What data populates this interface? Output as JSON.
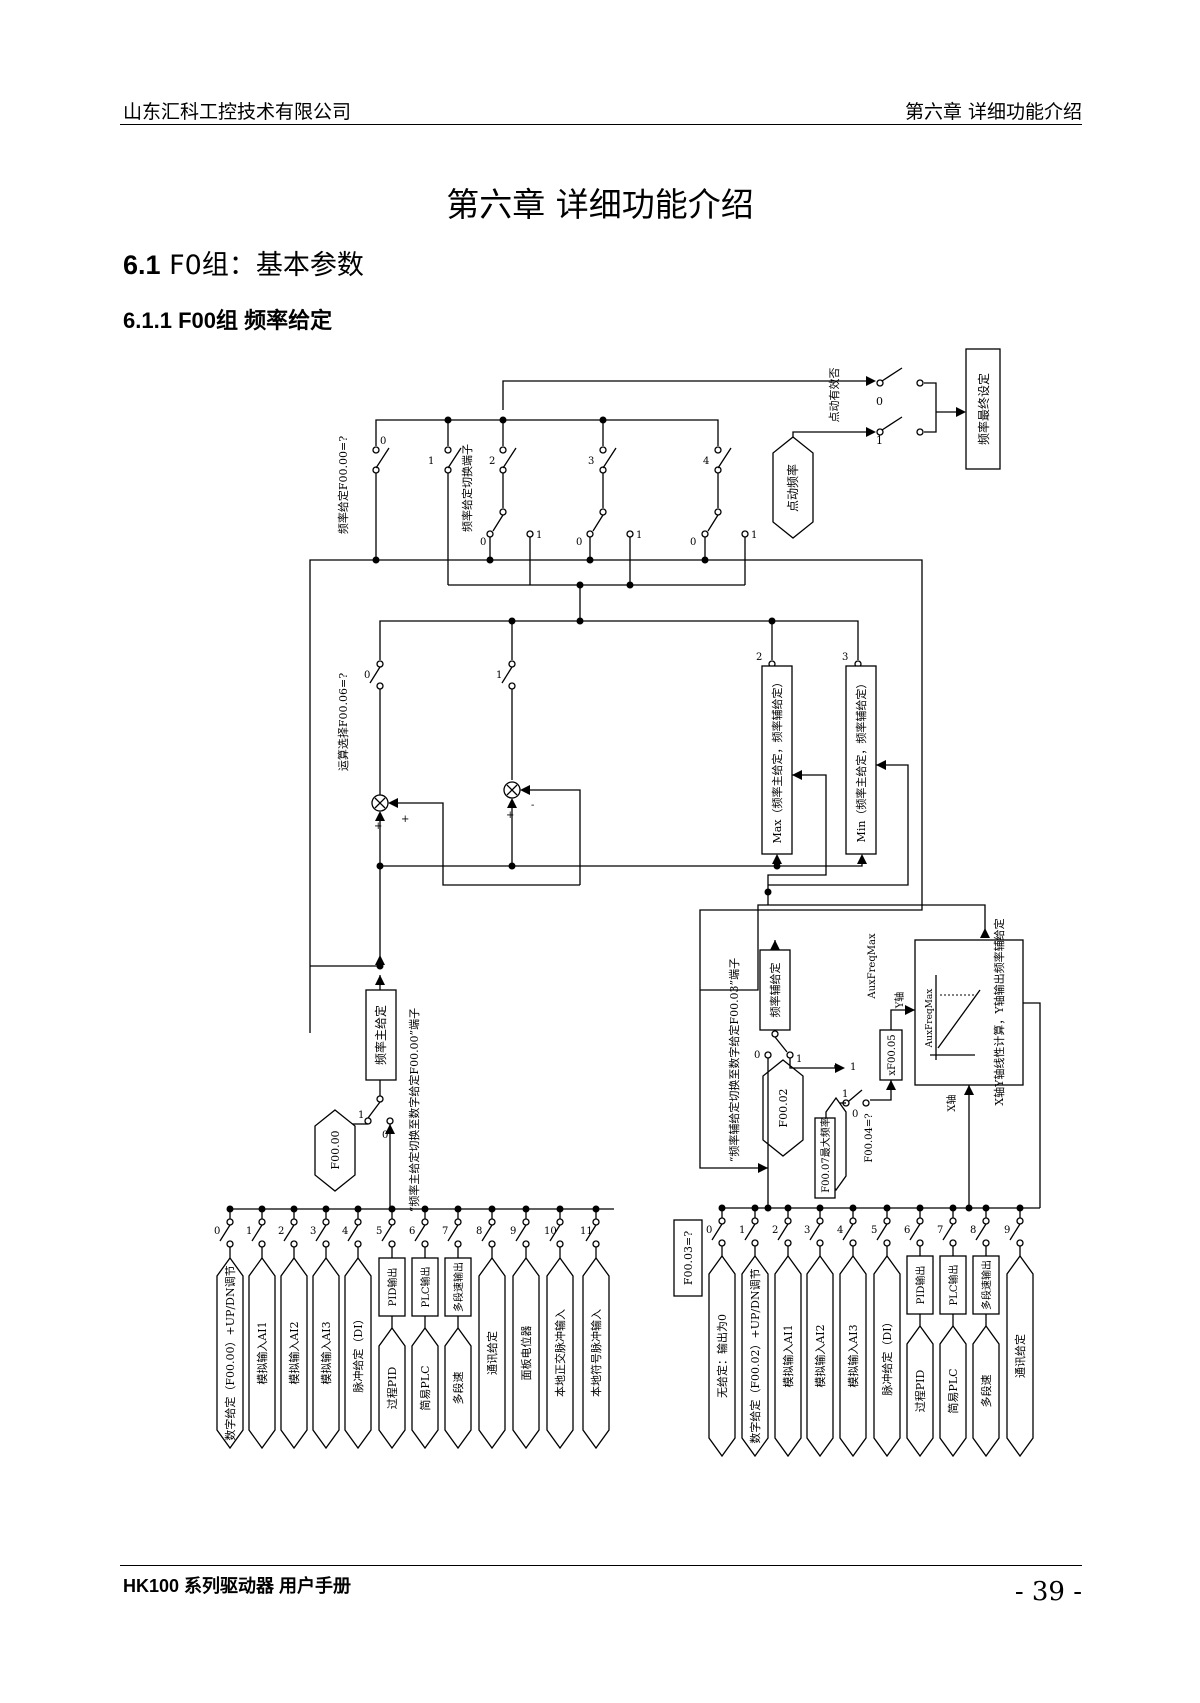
{
  "header": {
    "company": "山东汇科工控技术有限公司",
    "chapter": "第六章  详细功能介绍"
  },
  "chapter_title": "第六章  详细功能介绍",
  "section": {
    "number": "6.1",
    "title": "F0组：基本参数"
  },
  "subsection": {
    "number": "6.1.1",
    "title": "F00组  频率给定"
  },
  "diagram": {
    "final_output": "频率最终设定",
    "jog_freq": "点动频率",
    "jog_valid": "点动有效否",
    "sel_f0000": "频率给定F00.00=?",
    "sel_terminal": "频率给定切换端子",
    "sel_f0006": "运算选择F00.06=?",
    "max_block": "Max（频率主给定，频率辅给定）",
    "min_block": "Min（频率主给定，频率辅给定）",
    "main_given": "频率主给定",
    "aux_given": "频率辅给定",
    "main_switch": "“频率主给定切换至数字给定F00.00”端子",
    "aux_switch": "“频率辅给定切换至数字给定F00.03”端子",
    "f0000_box": "F00.00",
    "f0002_box": "F00.02",
    "f0003_box": "F00.03=?",
    "f0004": "F00.04=?",
    "f0005": "xF00.05",
    "f0007": "F00.07最大频率",
    "calc_block": "X轴Y轴线性计算，Y轴输出频率辅给定",
    "aux_freq_max": "AuxFreqMax",
    "y_axis": "Y轴",
    "x_axis": "X轴",
    "main_sources": [
      "数字给定（F00.00）+UP/DN调节",
      "模拟输入AI1",
      "模拟输入AI2",
      "模拟输入AI3",
      "脉冲给定（DI）",
      "过程PID",
      "简易PLC",
      "多段速",
      "通讯给定",
      "面板电位器",
      "本地正交脉冲输入",
      "本地符号脉冲输入"
    ],
    "aux_sources": [
      "无给定：输出为0",
      "数字给定（F00.02）+UP/DN调节",
      "模拟输入AI1",
      "模拟输入AI2",
      "模拟输入AI3",
      "脉冲给定（DI）",
      "过程PID",
      "简易PLC",
      "多段速",
      "通讯给定"
    ],
    "pid_out": "PID输出",
    "plc_out": "PLC输出",
    "ms_out": "多段速输出"
  },
  "footer": {
    "manual": "HK100 系列驱动器  用户手册",
    "page": "- 39 -"
  }
}
